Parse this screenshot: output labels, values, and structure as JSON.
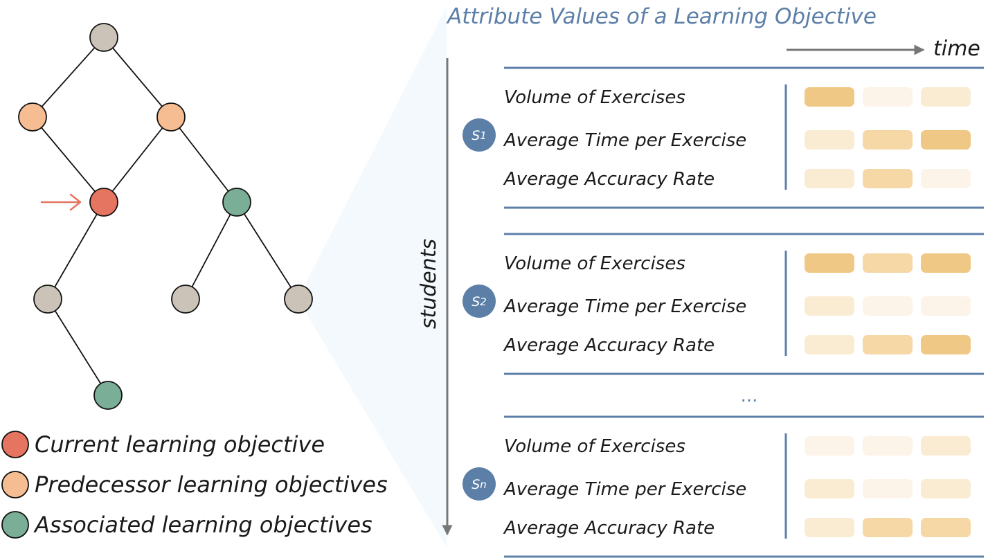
{
  "title": "Attribute Values of a Learning Objective",
  "time_label": "time",
  "students_label": "students",
  "ellipsis": "...",
  "colors": {
    "current": "#e57560",
    "predecessor": "#f6bd92",
    "associated": "#7bae96",
    "other": "#cbc3b7",
    "accent": "#5c7fa8",
    "arrow": "#e57560",
    "axis": "#777777",
    "cell_scale": [
      "#fcf4e8",
      "#faebd3",
      "#f6d7a6",
      "#f0c886"
    ]
  },
  "legend": [
    {
      "type": "current",
      "label": "Current learning objective"
    },
    {
      "type": "predecessor",
      "label": "Predecessor learning objectives"
    },
    {
      "type": "associated",
      "label": "Associated learning objectives"
    }
  ],
  "tree": {
    "nodes": [
      {
        "id": "root",
        "type": "other"
      },
      {
        "id": "pred-left",
        "type": "predecessor"
      },
      {
        "id": "pred-right",
        "type": "predecessor"
      },
      {
        "id": "current",
        "type": "current"
      },
      {
        "id": "assoc-mid",
        "type": "associated"
      },
      {
        "id": "child-left",
        "type": "other"
      },
      {
        "id": "child-mid",
        "type": "other"
      },
      {
        "id": "child-right",
        "type": "other"
      },
      {
        "id": "assoc-bottom",
        "type": "associated"
      }
    ],
    "edges": [
      [
        "root",
        "pred-left"
      ],
      [
        "root",
        "pred-right"
      ],
      [
        "pred-left",
        "current"
      ],
      [
        "pred-right",
        "current"
      ],
      [
        "pred-right",
        "assoc-mid"
      ],
      [
        "current",
        "child-left"
      ],
      [
        "assoc-mid",
        "child-mid"
      ],
      [
        "assoc-mid",
        "child-right"
      ],
      [
        "child-left",
        "assoc-bottom"
      ]
    ]
  },
  "students": [
    {
      "badge": "S",
      "sub": "1",
      "attributes": [
        {
          "label": "Volume of Exercises",
          "levels": [
            3,
            0,
            1
          ]
        },
        {
          "label": "Average Time per Exercise",
          "levels": [
            1,
            2,
            3
          ]
        },
        {
          "label": "Average Accuracy Rate",
          "levels": [
            1,
            2,
            0
          ]
        }
      ]
    },
    {
      "badge": "S",
      "sub": "2",
      "attributes": [
        {
          "label": "Volume of Exercises",
          "levels": [
            3,
            2,
            3
          ]
        },
        {
          "label": "Average Time per Exercise",
          "levels": [
            1,
            0,
            0
          ]
        },
        {
          "label": "Average Accuracy Rate",
          "levels": [
            1,
            2,
            3
          ]
        }
      ]
    },
    {
      "badge": "S",
      "sub": "n",
      "attributes": [
        {
          "label": "Volume of Exercises",
          "levels": [
            0,
            0,
            1
          ]
        },
        {
          "label": "Average Time per Exercise",
          "levels": [
            1,
            0,
            1
          ]
        },
        {
          "label": "Average Accuracy Rate",
          "levels": [
            1,
            2,
            2
          ]
        }
      ]
    }
  ]
}
